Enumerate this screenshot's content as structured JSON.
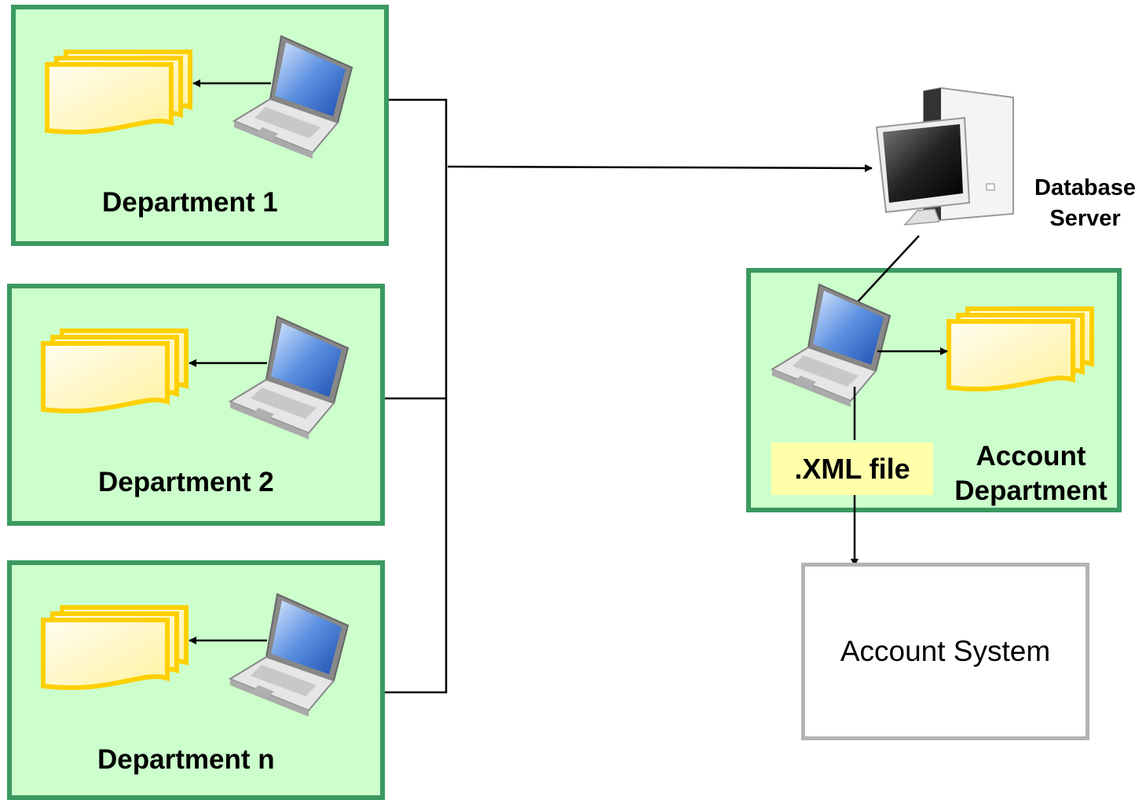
{
  "departments": [
    {
      "label": "Department 1"
    },
    {
      "label": "Department 2"
    },
    {
      "label": "Department n"
    }
  ],
  "server": {
    "label_line1": "Database",
    "label_line2": "Server"
  },
  "account_department": {
    "label_line1": "Account",
    "label_line2": "Department",
    "xml_label": ".XML file"
  },
  "account_system": {
    "label": "Account System"
  },
  "colors": {
    "box_fill": "#ccffcc",
    "box_border": "#3a9960",
    "document": "#ffd700",
    "xml_fill": "#ffffaa",
    "system_border": "#b4b4b4"
  }
}
